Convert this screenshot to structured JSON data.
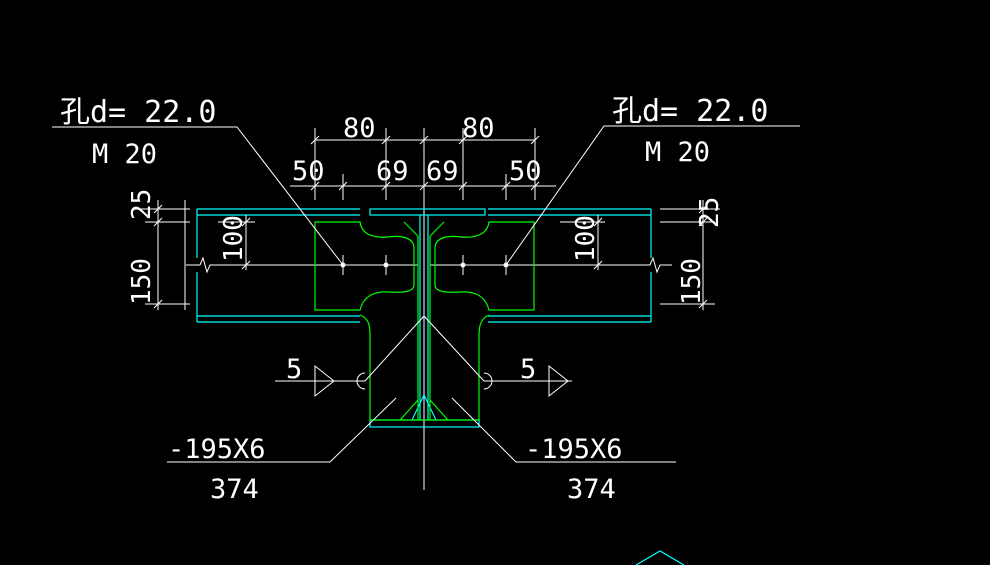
{
  "colors": {
    "background": "#000000",
    "annotation": "#ffffff",
    "beam": "#00ffff",
    "plate": "#00ff00",
    "centerline": "#ffffff"
  },
  "bolt_labels": {
    "left": {
      "hole": "孔d= 22.0",
      "bolt": "M 20"
    },
    "right": {
      "hole": "孔d= 22.0",
      "bolt": "M 20"
    }
  },
  "top_dimensions": {
    "left_spacing": "80",
    "right_spacing": "80",
    "left_edge": "50",
    "left_inner": "69",
    "right_inner": "69",
    "right_edge": "50"
  },
  "vertical_dimensions": {
    "left_top": "25",
    "left_total": "150",
    "left_bolt": "100",
    "right_top": "25",
    "right_total": "150",
    "right_bolt": "100"
  },
  "welds": {
    "left_size": "5",
    "right_size": "5"
  },
  "plate_labels": {
    "left": {
      "section": "-195X6",
      "length": "374"
    },
    "right": {
      "section": "-195X6",
      "length": "374"
    }
  }
}
